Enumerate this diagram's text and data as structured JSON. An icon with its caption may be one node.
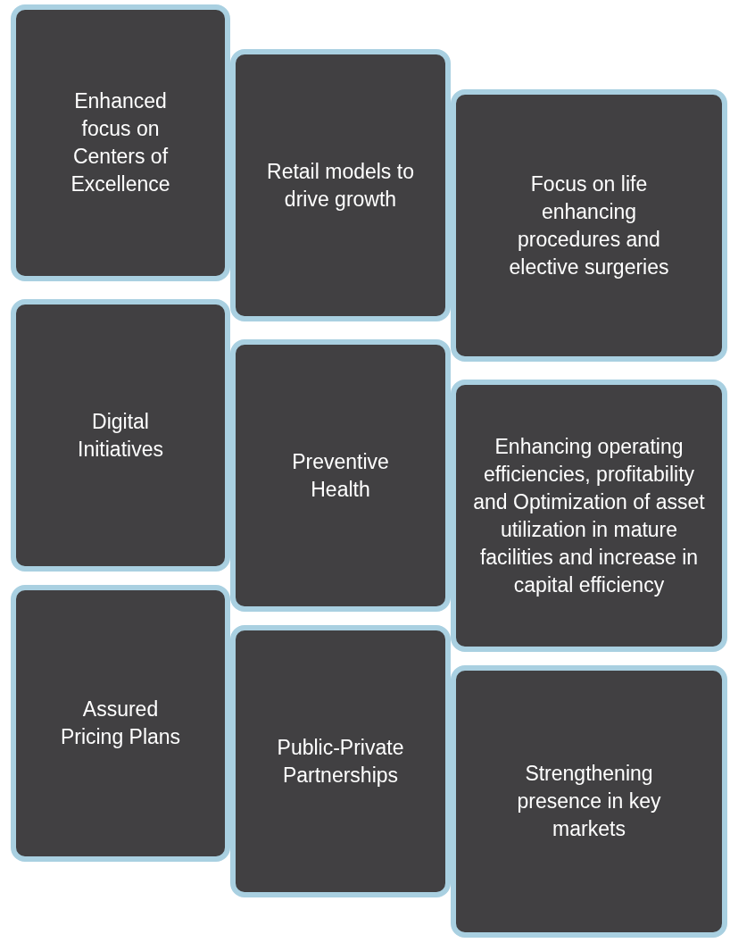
{
  "diagram": {
    "nodes": [
      {
        "text": [
          "Enhanced focus on Centers of Excellence"
        ]
      },
      {
        "text": [
          "Retail models to drive growth"
        ]
      },
      {
        "text": [
          "Focus on life enhancing procedures and elective surgeries"
        ]
      },
      {
        "text": [
          "Digital Initiatives"
        ]
      },
      {
        "text": [
          "Preventive Health"
        ]
      },
      {
        "text": [
          "Enhancing operating efficiencies, profitability and Optimization of asset utilization in mature facilities and increase in capital efficiency"
        ]
      },
      {
        "text": [
          "Assured Pricing Plans"
        ]
      },
      {
        "text": [
          "Public-Private Partnerships"
        ]
      },
      {
        "text": [
          "Strengthening presence in key markets"
        ]
      }
    ]
  }
}
